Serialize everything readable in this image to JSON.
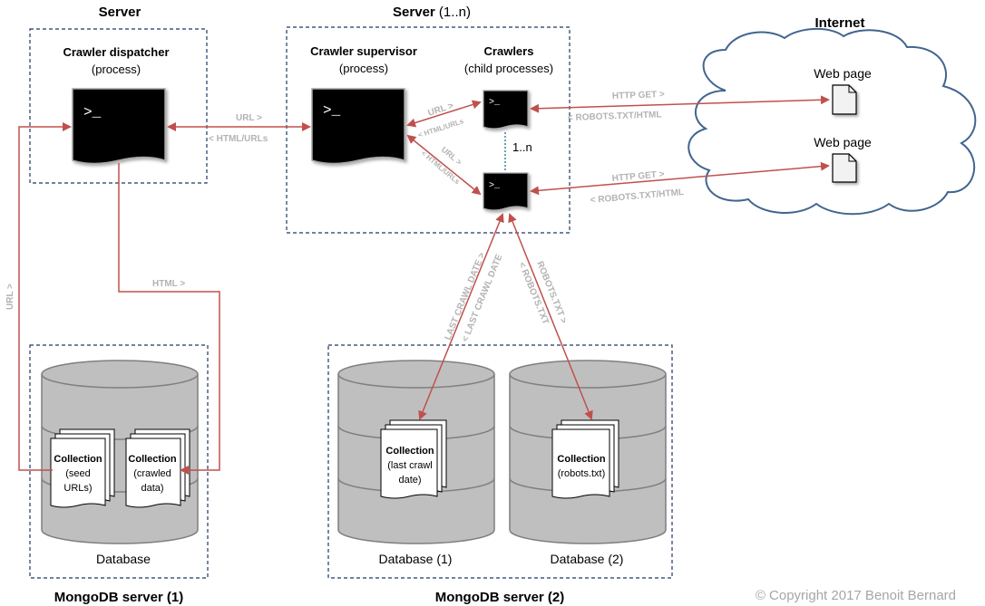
{
  "titles": {
    "server_left": "Server",
    "server_mid": "Server",
    "server_mid_suffix": " (1..n)",
    "internet": "Internet",
    "mongo1": "MongoDB server (1)",
    "mongo2": "MongoDB server (2)"
  },
  "processes": {
    "dispatcher_name": "Crawler dispatcher",
    "dispatcher_sub": "(process)",
    "supervisor_name": "Crawler supervisor",
    "supervisor_sub": "(process)",
    "crawlers_name": "Crawlers",
    "crawlers_sub": "(child processes)",
    "prompt": ">_",
    "multiplicity": "1..n"
  },
  "web": {
    "page1": "Web page",
    "page2": "Web page"
  },
  "edges": {
    "url": "URL >",
    "html_urls": "< HTML/URLs",
    "url_small": "URL >",
    "html_urls_small": "< HTML/URLs",
    "url_small2": "URL >",
    "html_urls_small2": "< HTML/URLs",
    "http_get1": "HTTP GET >",
    "robots_html1": "< ROBOTS.TXT/HTML",
    "http_get2": "HTTP GET >",
    "robots_html2": "< ROBOTS.TXT/HTML",
    "html": "HTML >",
    "url_vertical": "URL >",
    "last_crawl_date_out": "LAST CRAWL DATE >",
    "last_crawl_date_in": "< LAST CRAWL DATE",
    "robots_txt_out": "ROBOTS.TXT >",
    "robots_txt_in": "< ROBOTS.TXT"
  },
  "databases": {
    "db1_label": "Database",
    "db2_label": "Database (1)",
    "db3_label": "Database (2)",
    "col_title": "Collection",
    "col_seed_1": "(seed",
    "col_seed_2": "URLs)",
    "col_crawled_1": "(crawled",
    "col_crawled_2": "data)",
    "col_last_1": "(last crawl",
    "col_last_2": "date)",
    "col_robots_1": "(robots.txt)"
  },
  "footer": {
    "copyright": "© Copyright 2017 Benoit Bernard"
  },
  "colors": {
    "box_border": "#1f3864",
    "arrow": "#c0504d",
    "edge_label": "#b3b3b3",
    "cloud_stroke": "#41658f",
    "db_fill": "#bfbfbf"
  }
}
